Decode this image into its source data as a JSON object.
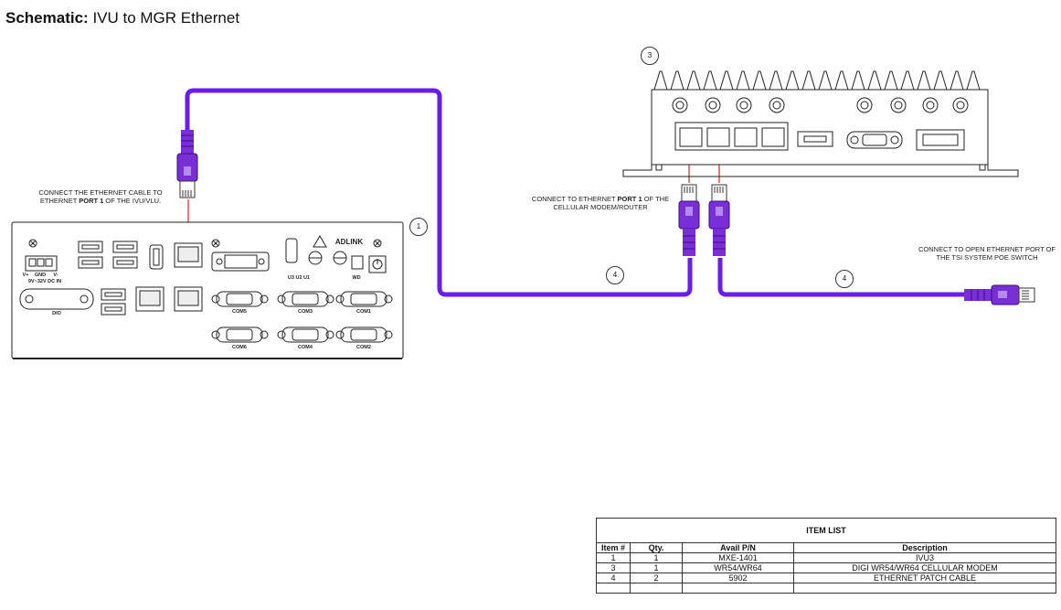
{
  "header": {
    "label": "Schematic:",
    "text": "IVU to MGR Ethernet"
  },
  "notes": {
    "ivu_line1": "CONNECT THE ETHERNET CABLE TO",
    "ivu_line2_pre": "ETHERNET ",
    "ivu_line2_bold": "PORT 1",
    "ivu_line2_post": " OF THE IVU/VLU.",
    "modem_line1_pre": "CONNECT TO ETHERNET ",
    "modem_line1_bold": "PORT 1",
    "modem_line1_post": " OF THE",
    "modem_line2": "CELLULAR MODEM/ROUTER",
    "switch_line1": "CONNECT TO OPEN ETHERNET PORT OF",
    "switch_line2": "THE TSI SYSTEM POE SWITCH"
  },
  "callouts": {
    "ivu": "1",
    "modem": "3",
    "cable_left": "4",
    "cable_right": "4"
  },
  "ivu_labels": {
    "brand": "ADLINK",
    "vplus": "V+",
    "gnd": "GND",
    "vminus": "V-",
    "dcin": "9V~32V DC IN",
    "dio": "DIO",
    "com5": "COM5",
    "com3": "COM3",
    "com1": "COM1",
    "com6": "COM6",
    "com4": "COM4",
    "com2": "COM2",
    "leds": "U3 U2 U1",
    "wd": "WD"
  },
  "colors": {
    "cable": "#6a1cf0",
    "connector": "#7a2fd6",
    "arrow": "#e02020"
  },
  "item_list": {
    "title": "ITEM LIST",
    "headers": [
      "Item #",
      "Qty.",
      "Avail P/N",
      "Description"
    ],
    "rows": [
      [
        "1",
        "1",
        "MXE-1401",
        "IVU3"
      ],
      [
        "3",
        "1",
        "WR54/WR64",
        "DIGI WR54/WR64 CELLULAR MODEM"
      ],
      [
        "4",
        "2",
        "5902",
        "ETHERNET PATCH CABLE"
      ],
      [
        "",
        "",
        "",
        ""
      ]
    ]
  }
}
